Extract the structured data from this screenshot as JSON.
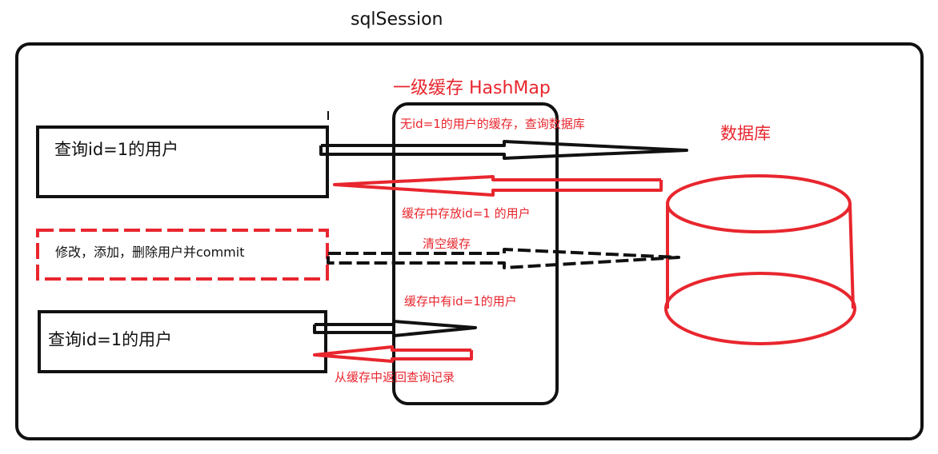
{
  "title": "sqlSession",
  "cache": {
    "label": "一级缓存 HashMap"
  },
  "database": {
    "label": "数据库"
  },
  "boxes": {
    "query1": "查询id=1的用户",
    "modify": "修改，添加，删除用户并commit",
    "query2": "查询id=1的用户"
  },
  "annotations": {
    "no_cache": "无id=1的用户的缓存，查询数据库",
    "store_cache": "缓存中存放id=1 的用户",
    "clear_cache": "清空缓存",
    "has_cache": "缓存中有id=1的用户",
    "return_cache": "从缓存中返回查询记录"
  },
  "colors": {
    "stroke": "#111111",
    "accent": "#e8262e"
  }
}
